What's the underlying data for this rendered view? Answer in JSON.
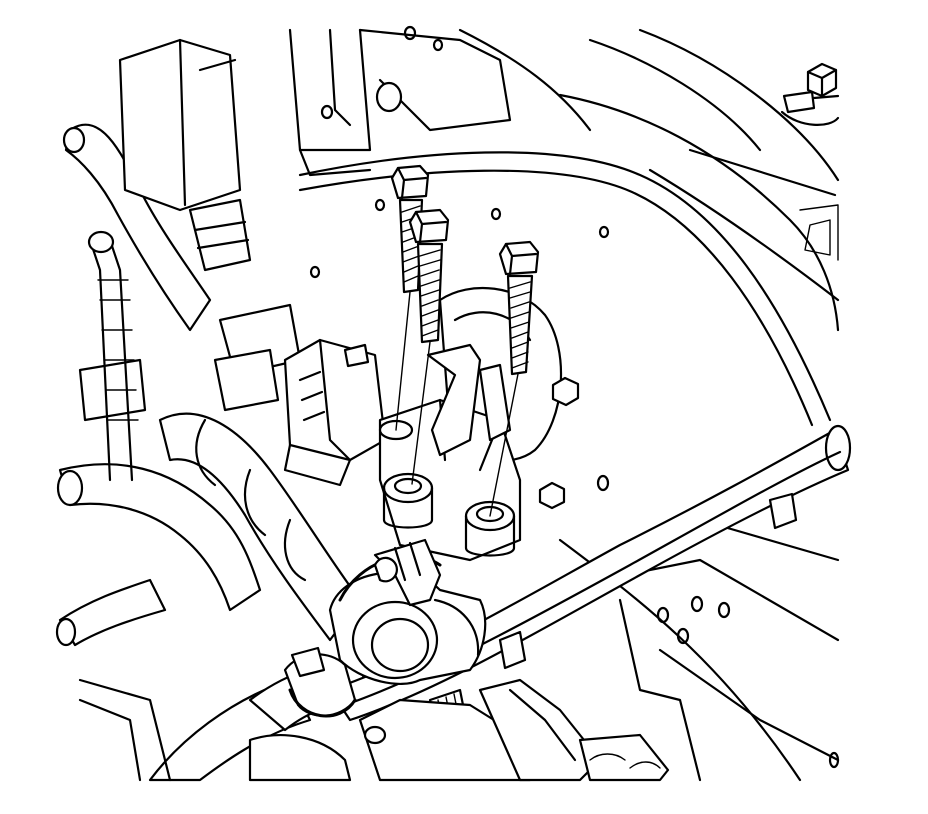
{
  "figure": {
    "kind": "line-art",
    "colors": {
      "line": "#000000",
      "background": "#ffffff"
    },
    "components": [
      "bolt-long-left",
      "bolt-long-center",
      "bolt-long-right",
      "component-bracket",
      "electrical-connector",
      "coolant-hose",
      "hose-clamp",
      "crossmember-bar",
      "vehicle-body-panel",
      "mounting-nut"
    ]
  }
}
